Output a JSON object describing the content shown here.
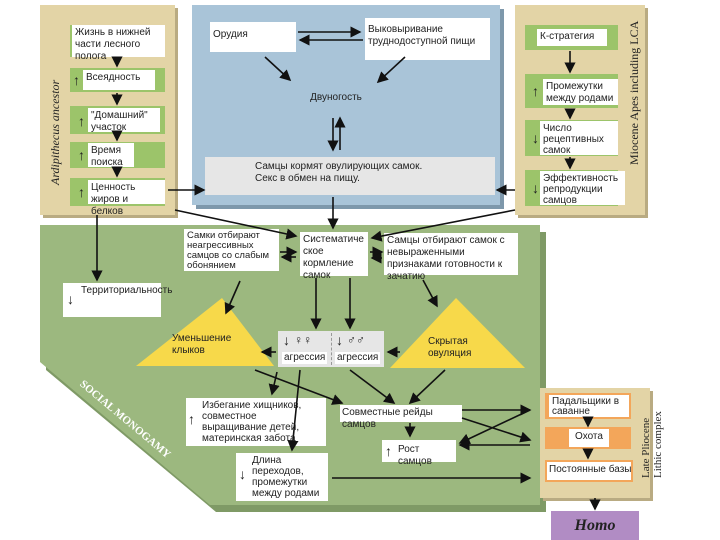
{
  "panels": {
    "ardipithecus": {
      "label": "Ardipithecus ancestor",
      "items": [
        "Жизнь в нижней части лесного полога",
        "Всеядность",
        "\"Домашний\" участок",
        "Время поиска",
        "Ценность жиров и белков"
      ]
    },
    "miocene": {
      "label": "Miocene Apes including LCA",
      "items": [
        "К-стратегия",
        "Промежутки между родами",
        "Число рецептивных самок",
        "Эффективность репродукции самцов"
      ]
    },
    "blue": {
      "tools": "Орудия",
      "extraction": "Выковыривание труднодоступной пищи",
      "bipedalism": "Двуногость",
      "provisioning": "Самцы кормят овулирующих самок. Секс в обмен на пищу."
    },
    "social": {
      "label": "SOCIAL MONOGAMY",
      "female_choice": "Самки отбирают неагрессивных самцов со слабым обонянием",
      "systematic_feeding": "Систематическое кормление самок",
      "male_choice": "Самцы отбирают самок с невыраженными признаками готовности к зачатию",
      "territoriality": "Территориальность",
      "canine_reduction": "Уменьшение клыков",
      "female_symbol": "♀♀",
      "male_symbol": "♂♂",
      "aggression": "агрессия",
      "concealed_ovulation": "Скрытая овуляция",
      "predator_avoidance": "Избегание хищников, совместное выращивание детей, материнская забота",
      "joint_raids": "Совместные рейды самцов",
      "male_growth": "Рост самцов",
      "travel_length": "Длина переходов, промежутки между родами"
    },
    "pliocene": {
      "label_line1": "Late Pliocene",
      "label_line2": "Lithic complex",
      "items": [
        "Падальщики в саванне",
        "Охота",
        "Постоянные базы"
      ]
    },
    "homo": "Homo"
  },
  "colors": {
    "tan": "#e3d4a6",
    "blue": "#a9c4d8",
    "green": "#9cb87f",
    "light_green": "#9cc46a",
    "yellow": "#f7d94a",
    "orange": "#f3a65a",
    "purple": "#b18cc4"
  }
}
